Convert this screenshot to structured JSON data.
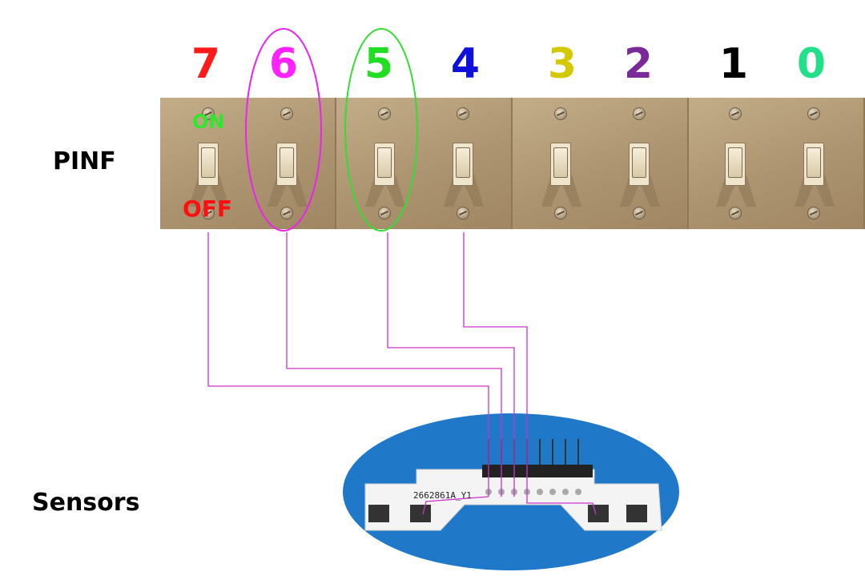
{
  "bits": [
    {
      "label": "7",
      "color": "#ff1a1a"
    },
    {
      "label": "6",
      "color": "#ff22ff"
    },
    {
      "label": "5",
      "color": "#22dd22"
    },
    {
      "label": "4",
      "color": "#1010dd"
    },
    {
      "label": "3",
      "color": "#d4c800"
    },
    {
      "label": "2",
      "color": "#7b2a9a"
    },
    {
      "label": "1",
      "color": "#000000"
    },
    {
      "label": "0",
      "color": "#22e08a"
    }
  ],
  "labels": {
    "register": "PINF",
    "sensors": "Sensors",
    "on": "ON",
    "off": "OFF",
    "board_id": "2662861A_Y1"
  },
  "highlights": {
    "bit6_color": "#ee22ee",
    "bit5_color": "#33dd33"
  },
  "wire_color": "#cc33cc",
  "background_color": "#1f78c8"
}
